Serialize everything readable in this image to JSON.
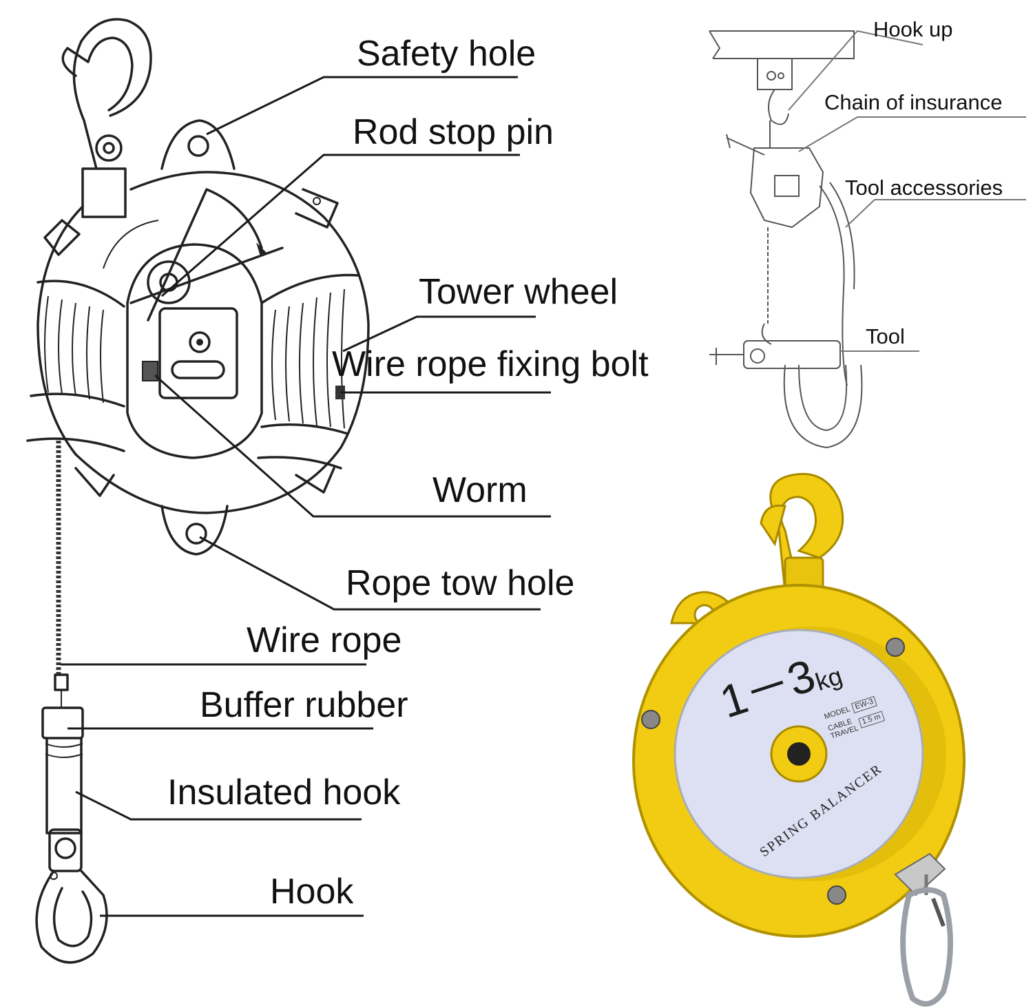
{
  "colors": {
    "background": "#ffffff",
    "ink": "#222222",
    "balancer_yellow": "#f2cc12",
    "balancer_yellow_dark": "#c9a500",
    "face_lavender": "#dde0f2",
    "steel": "#a9adb3"
  },
  "diagram_labels": [
    "Safety hole",
    "Rod stop pin",
    "Tower wheel",
    "Wire rope fixing bolt",
    "Worm",
    "Rope tow hole",
    "Wire rope",
    "Buffer rubber",
    "Insulated hook",
    "Hook"
  ],
  "usage_labels": [
    "Hook up",
    "Chain of insurance",
    "Tool accessories",
    "Tool"
  ],
  "product": {
    "capacity": "1－3",
    "unit": "kg",
    "model_label": "MODEL",
    "model_value": "EW-3",
    "cable_label": "CABLE",
    "travel_label": "TRAVEL",
    "travel_value": "1.5 m",
    "brand_text": "SPRING BALANCER"
  }
}
